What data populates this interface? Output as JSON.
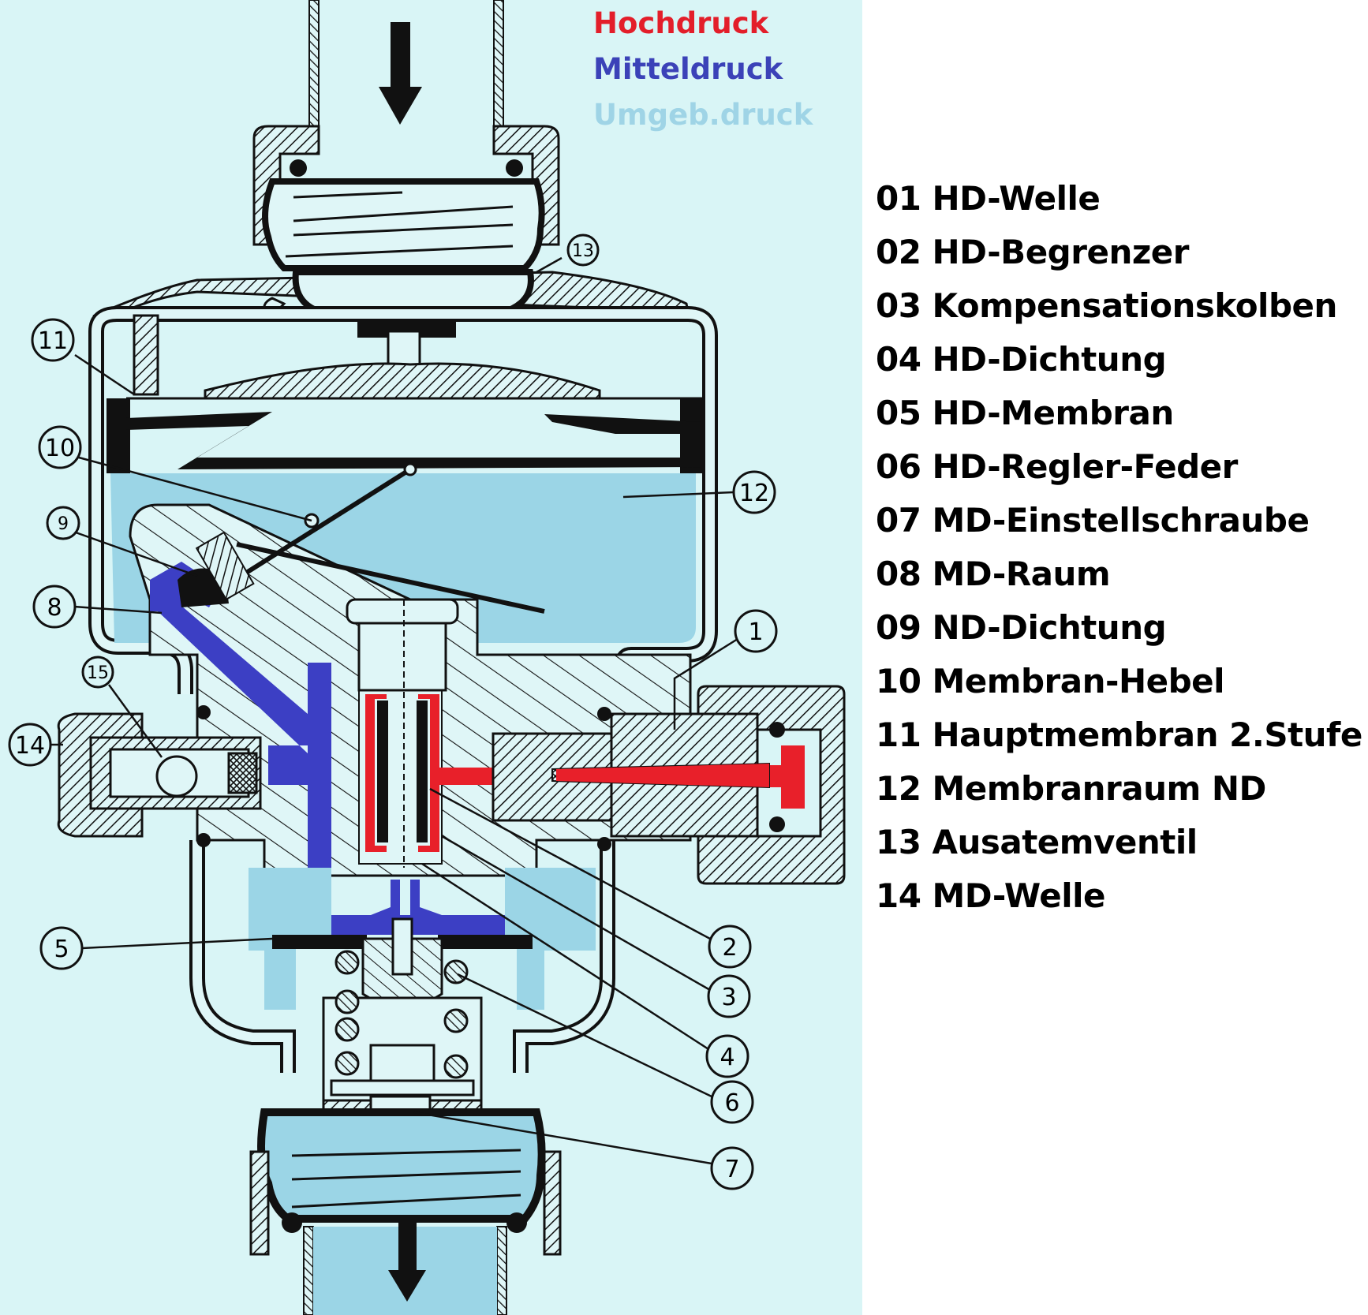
{
  "legend": {
    "items": [
      {
        "label": "Hochdruck",
        "color": "#e31e2a"
      },
      {
        "label": "Mitteldruck",
        "color": "#3b42b8"
      },
      {
        "label": "Umgeb.druck",
        "color": "#9fd4e6"
      }
    ]
  },
  "colors": {
    "background_paper": "#d9f5f6",
    "ambient_pressure_fill": "#9bd5e6",
    "medium_pressure_fill": "#3c3fc4",
    "high_pressure_fill": "#e8202a",
    "line": "#111111",
    "page": "#ffffff"
  },
  "diagram": {
    "title": "Regler-Schnittzeichnung",
    "inflow_arrow": "arrow-down-icon",
    "outflow_arrow": "arrow-down-icon",
    "callouts": [
      {
        "id": "1",
        "label": "1"
      },
      {
        "id": "2",
        "label": "2"
      },
      {
        "id": "3",
        "label": "3"
      },
      {
        "id": "4",
        "label": "4"
      },
      {
        "id": "5",
        "label": "5"
      },
      {
        "id": "6",
        "label": "6"
      },
      {
        "id": "7",
        "label": "7"
      },
      {
        "id": "8",
        "label": "8"
      },
      {
        "id": "9",
        "label": "9"
      },
      {
        "id": "10",
        "label": "10"
      },
      {
        "id": "11",
        "label": "11"
      },
      {
        "id": "12",
        "label": "12"
      },
      {
        "id": "13",
        "label": "13"
      },
      {
        "id": "14",
        "label": "14"
      },
      {
        "id": "15",
        "label": "15"
      }
    ]
  },
  "parts": [
    {
      "num": "01",
      "name": "HD-Welle"
    },
    {
      "num": "02",
      "name": "HD-Begrenzer"
    },
    {
      "num": "03",
      "name": "Kompensationskolben"
    },
    {
      "num": "04",
      "name": "HD-Dichtung"
    },
    {
      "num": "05",
      "name": "HD-Membran"
    },
    {
      "num": "06",
      "name": "HD-Regler-Feder"
    },
    {
      "num": "07",
      "name": "MD-Einstellschraube"
    },
    {
      "num": "08",
      "name": "MD-Raum"
    },
    {
      "num": "09",
      "name": "ND-Dichtung"
    },
    {
      "num": "10",
      "name": "Membran-Hebel"
    },
    {
      "num": "11",
      "name": "Hauptmembran 2.Stufe"
    },
    {
      "num": "12",
      "name": "Membranraum ND"
    },
    {
      "num": "13",
      "name": "Ausatemventil"
    },
    {
      "num": "14",
      "name": "MD-Welle"
    }
  ]
}
